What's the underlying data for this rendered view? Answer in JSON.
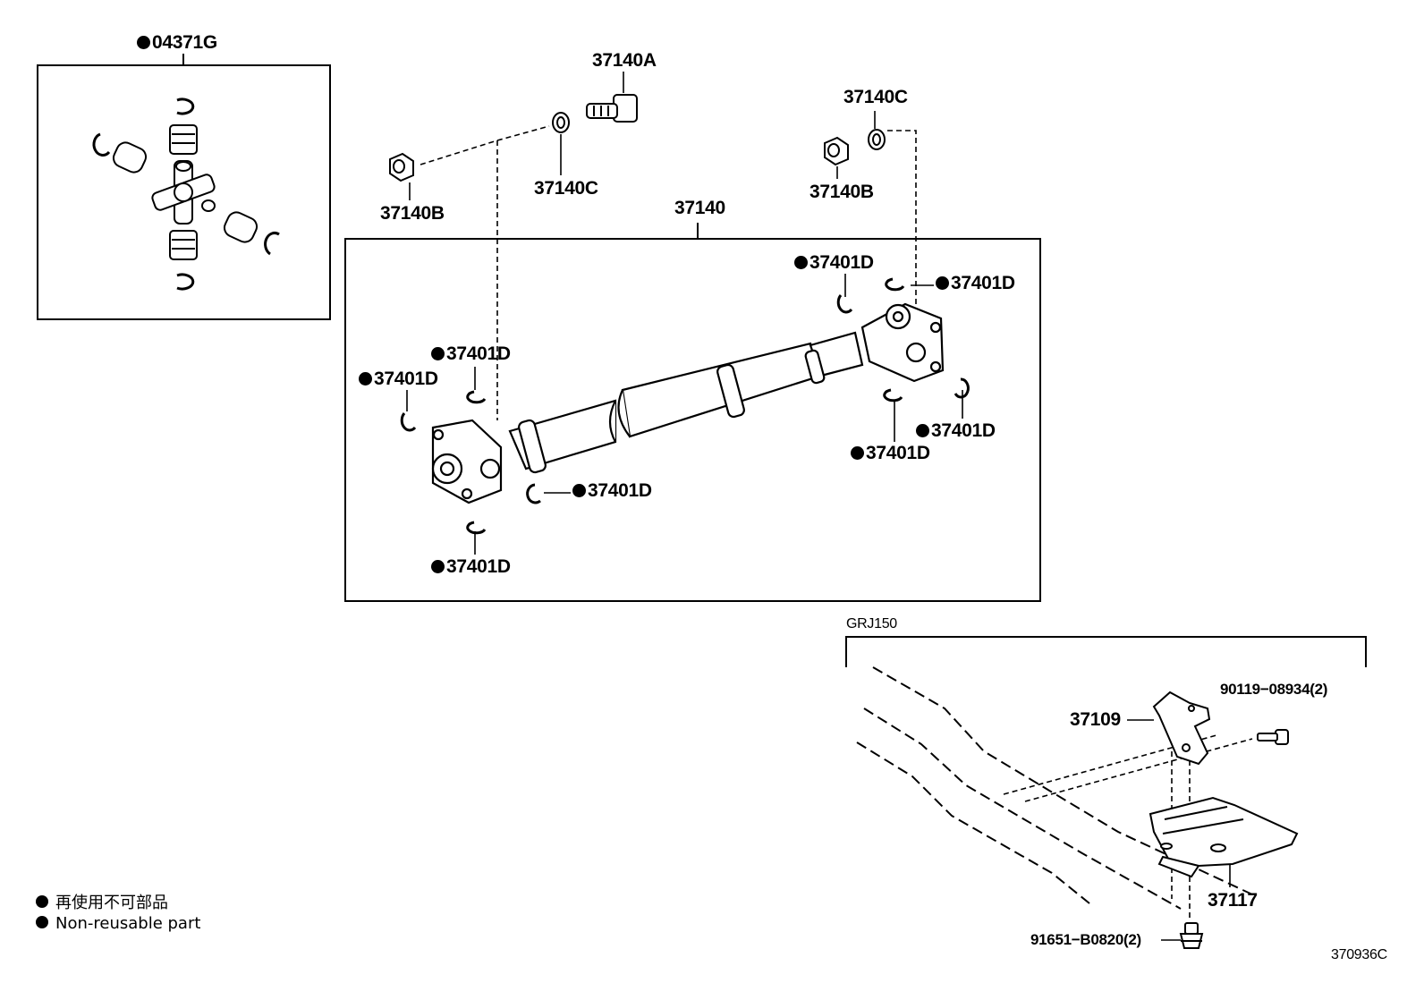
{
  "labels": {
    "kit_04371G": "04371G",
    "p37140A": "37140A",
    "p37140C_top": "37140C",
    "p37140C_mid": "37140C",
    "p37140B_left": "37140B",
    "p37140B_right": "37140B",
    "p37140": "37140",
    "c37401D_1": "37401D",
    "c37401D_2": "37401D",
    "c37401D_3": "37401D",
    "c37401D_4": "37401D",
    "c37401D_5": "37401D",
    "c37401D_6": "37401D",
    "c37401D_7": "37401D",
    "c37401D_8": "37401D",
    "grj150": "GRJ150",
    "p37109": "37109",
    "p37117": "37117",
    "bolt_90119": "90119−08934(2)",
    "bolt_91651": "91651−B0820(2)",
    "figure_no": "370936C"
  },
  "legend": {
    "jp": "再使用不可部品",
    "en": "Non-reusable part"
  }
}
